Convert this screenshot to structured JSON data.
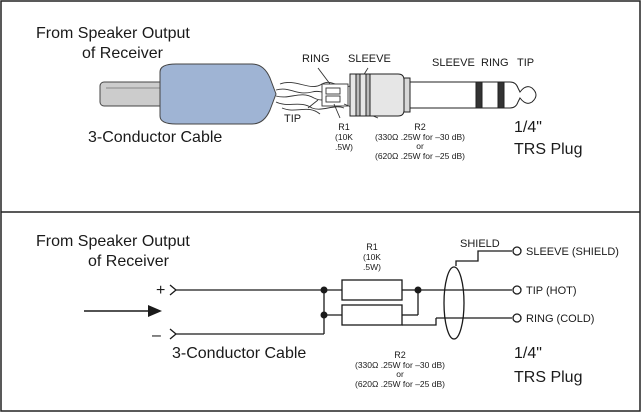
{
  "top_panel": {
    "source_line1": "From Speaker Output",
    "source_line2": "of Receiver",
    "cable_label": "3-Conductor Cable",
    "label_ring_left": "RING",
    "label_sleeve_left": "SLEEVE",
    "label_sleeve_right": "SLEEVE",
    "label_ring_right": "RING",
    "label_tip_right": "TIP",
    "label_tip_left": "TIP",
    "r1": {
      "name": "R1",
      "line1": "(10K",
      "line2": ".5W)"
    },
    "r2": {
      "name": "R2",
      "line1": "(330Ω .25W for –30 dB)",
      "line2": "or",
      "line3": "(620Ω .25W for –25 dB)"
    },
    "plug_line1": "1/4\"",
    "plug_line2": "TRS Plug"
  },
  "bottom_panel": {
    "source_line1": "From Speaker Output",
    "source_line2": "of Receiver",
    "plus_label": "+",
    "minus_label": "–",
    "cable_label": "3-Conductor Cable",
    "r1": {
      "name": "R1",
      "line1": "(10K",
      "line2": ".5W)"
    },
    "r2": {
      "name": "R2",
      "line1": "(330Ω .25W for –30 dB)",
      "line2": "or",
      "line3": "(620Ω .25W for –25 dB)"
    },
    "shield_label": "SHIELD",
    "out_sleeve": "SLEEVE (SHIELD)",
    "out_tip": "TIP (HOT)",
    "out_ring": "RING (COLD)",
    "plug_line1": "1/4\"",
    "plug_line2": "TRS Plug"
  },
  "colors": {
    "cable_fill": "#9fb4d4",
    "line": "#1a1a1a",
    "border": "#222222"
  }
}
